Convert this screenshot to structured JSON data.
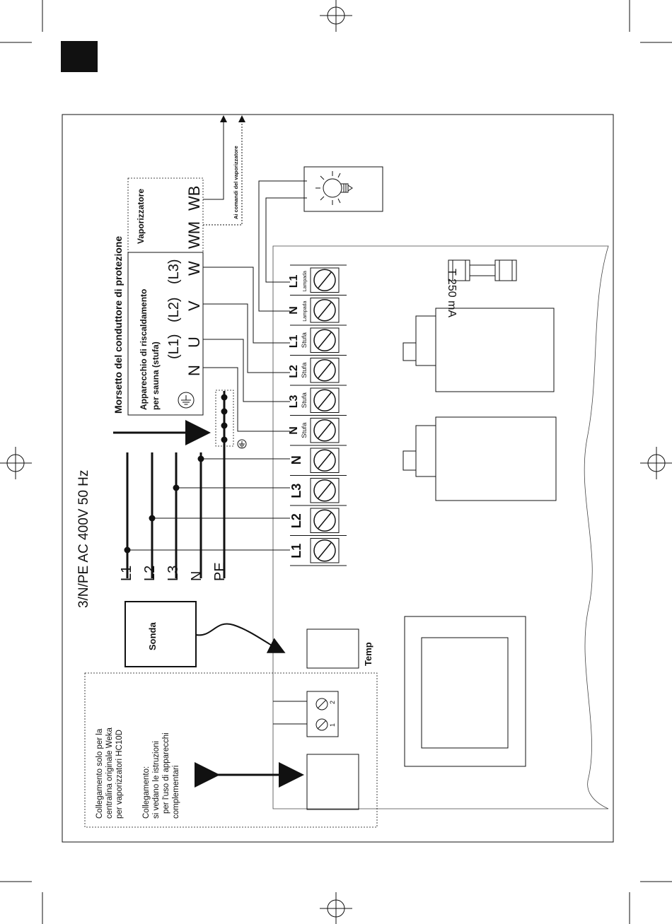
{
  "supply": {
    "title": "3/N/PE AC 400V 50 Hz",
    "lines": [
      "L1",
      "L2",
      "L3",
      "N",
      "PE"
    ]
  },
  "protective_terminal": {
    "label": "Morsetto del conduttore di protezione"
  },
  "heater": {
    "title_line1": "Apparecchio di riscaldamento",
    "title_line2": "per sauna (stufa)",
    "top_labels": [
      "(L1)",
      "(L2)",
      "(L3)"
    ],
    "terminals": [
      "N",
      "U",
      "V",
      "W"
    ]
  },
  "vaporizer": {
    "title": "Vaporizzatore",
    "terminals": [
      "WM",
      "WB"
    ],
    "controls_label": "Ai comandi del vaporizzatore"
  },
  "terminal_block": {
    "terminals": [
      {
        "name": "L1",
        "sub": ""
      },
      {
        "name": "L2",
        "sub": ""
      },
      {
        "name": "L3",
        "sub": ""
      },
      {
        "name": "N",
        "sub": ""
      },
      {
        "name": "N",
        "sub": "Stufa"
      },
      {
        "name": "L3",
        "sub": "Stufa"
      },
      {
        "name": "L2",
        "sub": "Stufa"
      },
      {
        "name": "L1",
        "sub": "Stufa"
      },
      {
        "name": "N",
        "sub": "Lampada"
      },
      {
        "name": "L1",
        "sub": "Lampada"
      }
    ]
  },
  "fuse": {
    "label": "T 250 mA"
  },
  "sensor": {
    "label": "Sonda"
  },
  "temp": {
    "label": "Temp"
  },
  "small_terminal": {
    "labels": [
      "1",
      "2"
    ]
  },
  "notes": {
    "note1": [
      "Collegamento solo per la",
      "centralina originale Weka",
      "per vaporizzatori HC10D"
    ],
    "note2": [
      "Collegamento:",
      "si vedano le istruzioni",
      "per l'uso di apparecchi",
      "complementari"
    ]
  }
}
